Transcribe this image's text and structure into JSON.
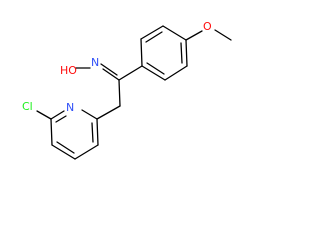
{
  "molecule": {
    "atoms": {
      "methoxy_o": {
        "text": "O",
        "color": "#ff0d0d"
      },
      "hydroxy_o": {
        "text": "HO",
        "color": "#ff0d0d"
      },
      "oxime_n": {
        "text": "N",
        "color": "#3050f8"
      },
      "pyridine_n": {
        "text": "N",
        "color": "#3050f8"
      },
      "chlorine": {
        "text": "Cl",
        "color": "#1ff01f"
      }
    }
  }
}
